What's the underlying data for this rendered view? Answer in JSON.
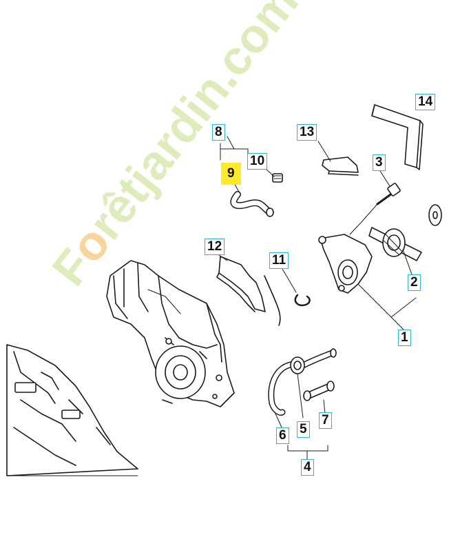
{
  "callouts": [
    {
      "id": "c1",
      "label": "1",
      "highlight": false
    },
    {
      "id": "c2",
      "label": "2",
      "highlight": false
    },
    {
      "id": "c3",
      "label": "3",
      "highlight": false
    },
    {
      "id": "c4",
      "label": "4",
      "highlight": false
    },
    {
      "id": "c5",
      "label": "5",
      "highlight": false
    },
    {
      "id": "c6",
      "label": "6",
      "highlight": false
    },
    {
      "id": "c7",
      "label": "7",
      "highlight": false
    },
    {
      "id": "c8",
      "label": "8",
      "highlight": false
    },
    {
      "id": "c9",
      "label": "9",
      "highlight": true
    },
    {
      "id": "c10",
      "label": "10",
      "highlight": false
    },
    {
      "id": "c11",
      "label": "11",
      "highlight": false
    },
    {
      "id": "c12",
      "label": "12",
      "highlight": false
    },
    {
      "id": "c13",
      "label": "13",
      "highlight": false
    },
    {
      "id": "c14",
      "label": "14",
      "highlight": false
    }
  ],
  "watermark": {
    "part1": "F",
    "part2": "o",
    "part3": "rêtjardin.com"
  },
  "colors": {
    "callout_border": "#2bb6c9",
    "highlight": "#ffe92a",
    "line": "#1a1a1a",
    "watermark_green": "#a0c83c",
    "watermark_orange": "#f0a028"
  }
}
